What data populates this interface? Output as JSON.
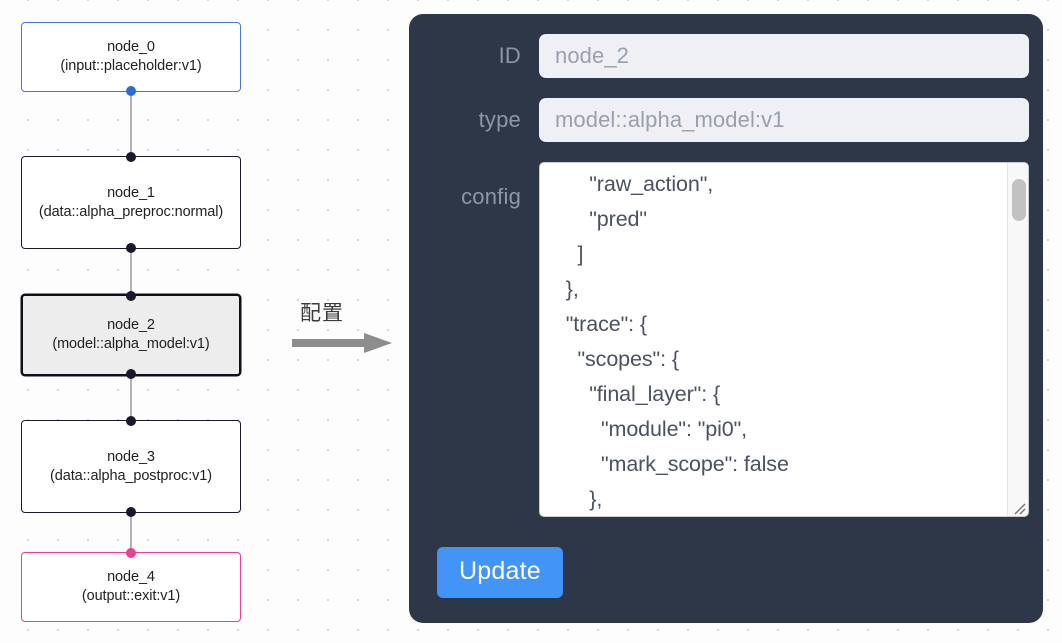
{
  "graph": {
    "nodes": [
      {
        "id": "node_0",
        "title": "node_0",
        "subtitle": "(input::placeholder:v1)",
        "kind": "input",
        "selected": false,
        "accent": "#4a77d4"
      },
      {
        "id": "node_1",
        "title": "node_1",
        "subtitle": "(data::alpha_preproc:normal)",
        "kind": "default",
        "selected": false,
        "accent": "#1a192b"
      },
      {
        "id": "node_2",
        "title": "node_2",
        "subtitle": "(model::alpha_model:v1)",
        "kind": "default",
        "selected": true,
        "accent": "#111018"
      },
      {
        "id": "node_3",
        "title": "node_3",
        "subtitle": "(data::alpha_postproc:v1)",
        "kind": "default",
        "selected": false,
        "accent": "#1a192b"
      },
      {
        "id": "node_4",
        "title": "node_4",
        "subtitle": "(output::exit:v1)",
        "kind": "output",
        "selected": false,
        "accent": "#ec3f8f"
      }
    ],
    "edges": [
      {
        "from": "node_0",
        "to": "node_1"
      },
      {
        "from": "node_1",
        "to": "node_2"
      },
      {
        "from": "node_2",
        "to": "node_3"
      },
      {
        "from": "node_3",
        "to": "node_4"
      }
    ]
  },
  "arrow": {
    "label": "配置",
    "color": "#8d8d8d"
  },
  "panel": {
    "background": "#2e3748",
    "fields": {
      "id": {
        "label": "ID",
        "value": "node_2"
      },
      "type": {
        "label": "type",
        "value": "model::alpha_model:v1"
      },
      "config": {
        "label": "config",
        "value": "      \"raw_action\",\n      \"pred\"\n    ]\n  },\n  \"trace\": {\n    \"scopes\": {\n      \"final_layer\": {\n        \"module\": \"pi0\",\n        \"mark_scope\": false\n      },\n      \"action_model\": {"
      }
    },
    "update_button": {
      "label": "Update",
      "color": "#4294f7"
    },
    "scrollbar": {
      "thumb_color": "#c2c2c2"
    }
  }
}
